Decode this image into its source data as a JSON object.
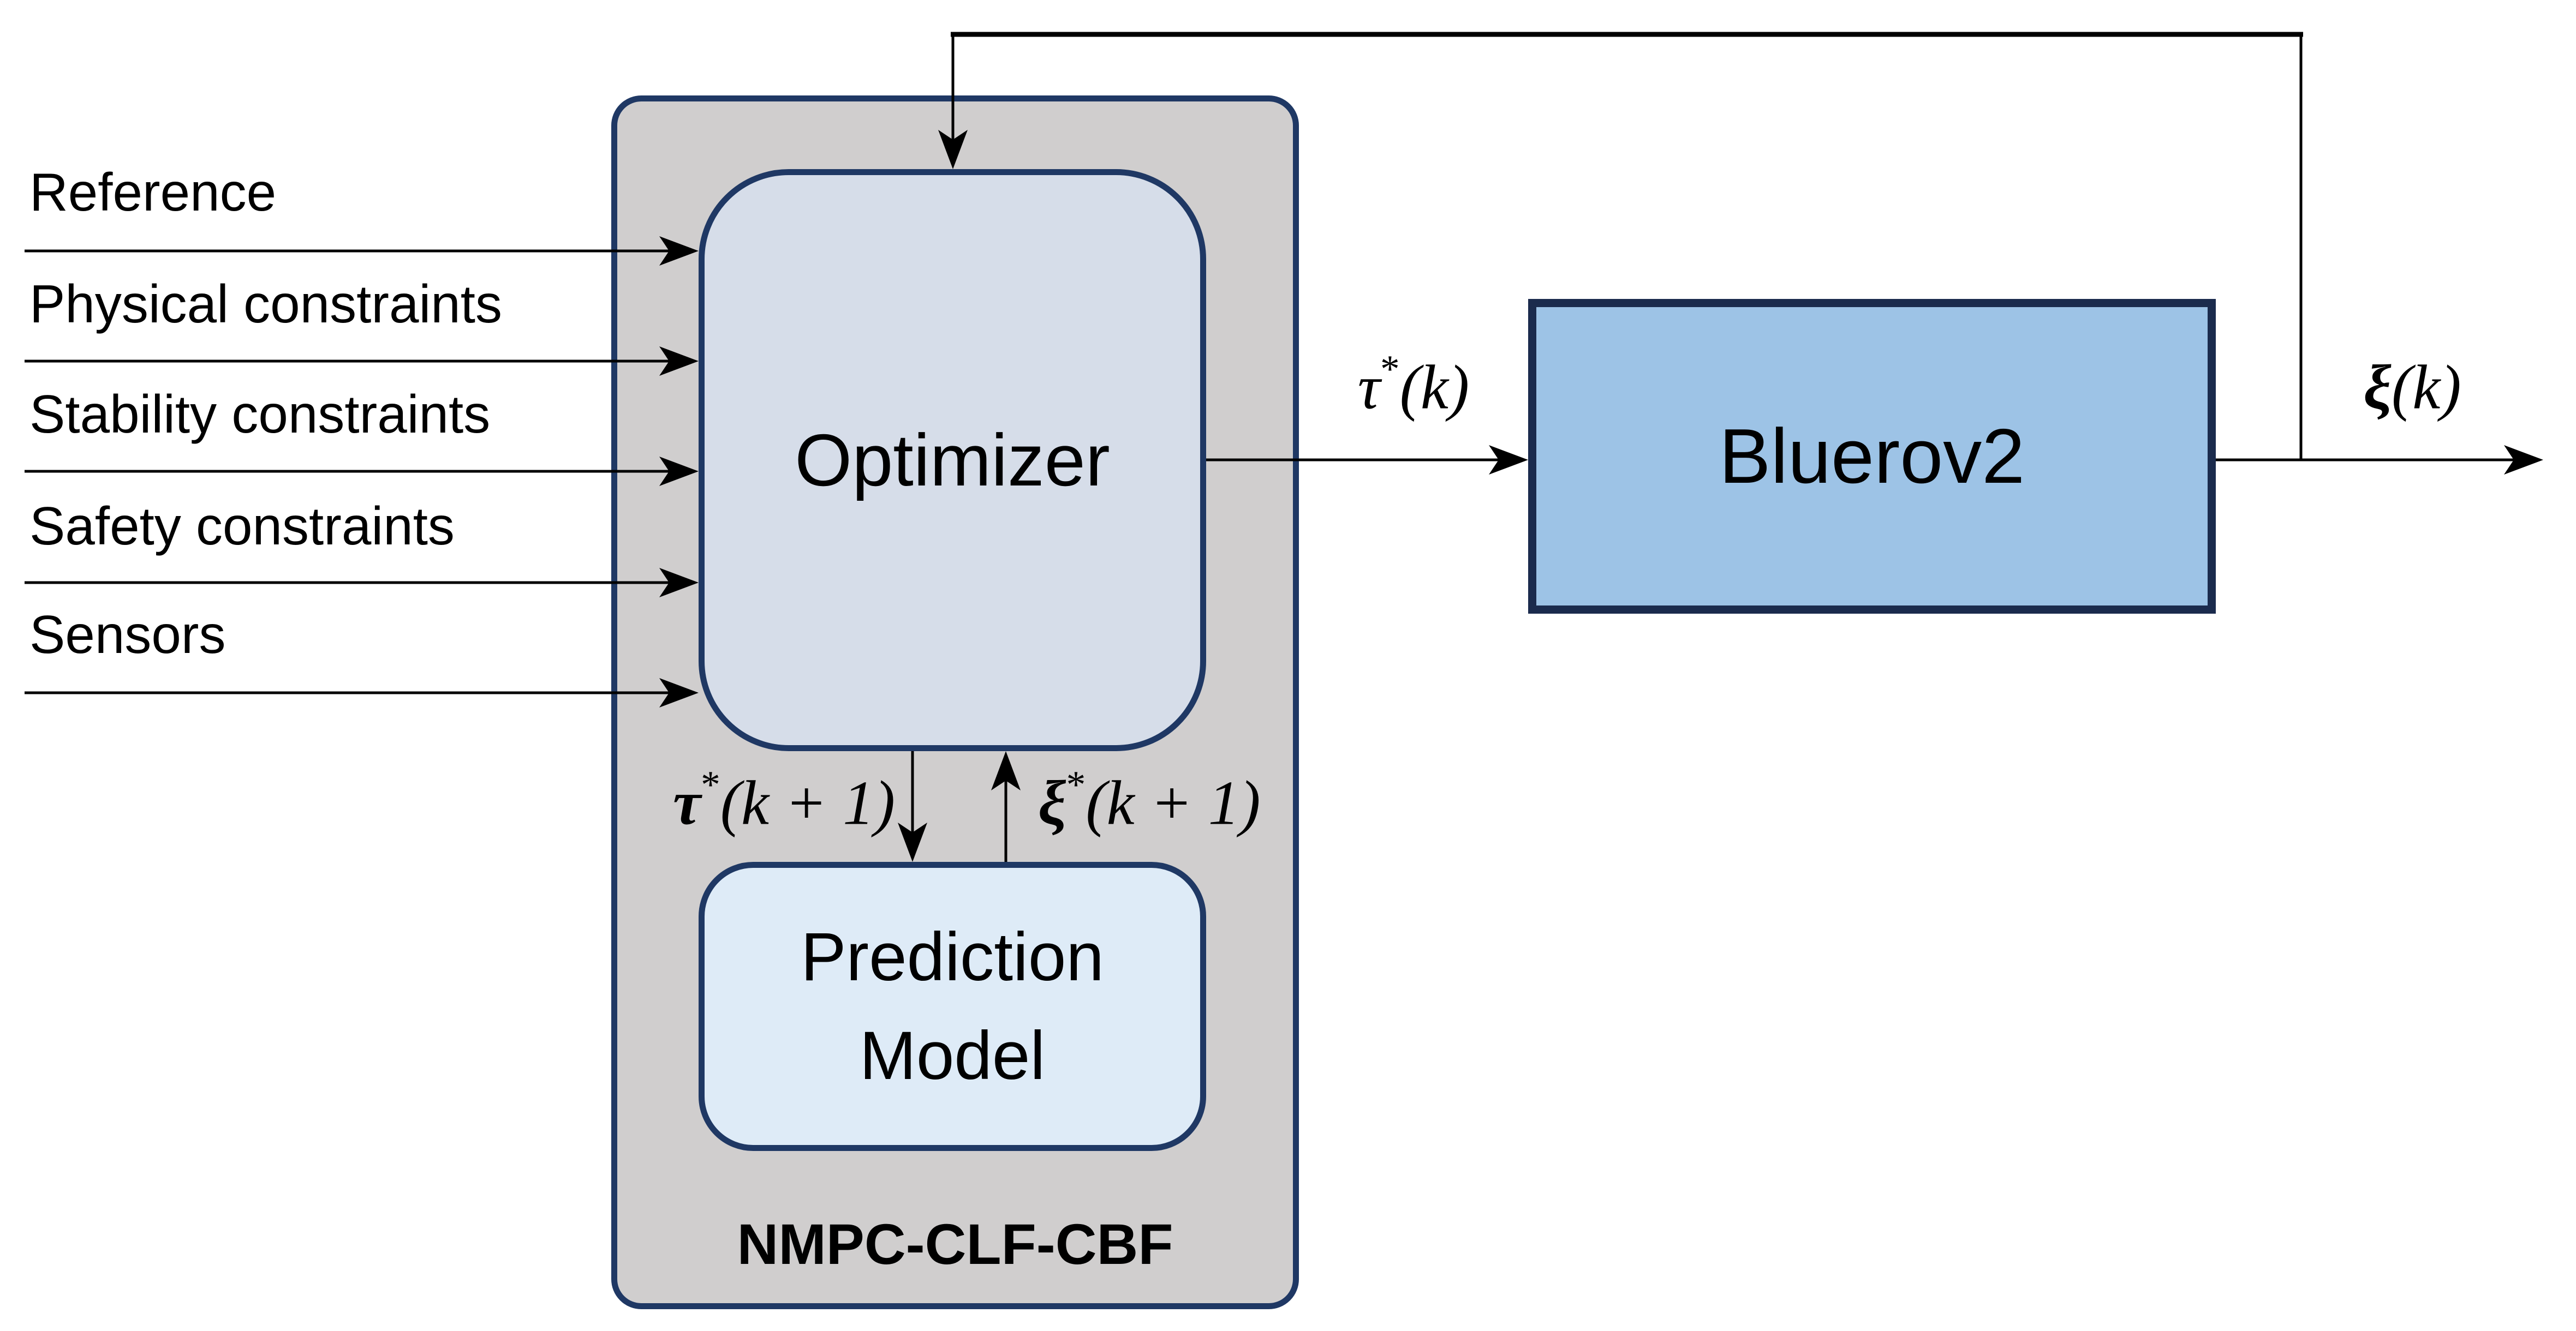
{
  "figure": {
    "inputs": [
      {
        "label": "Reference"
      },
      {
        "label": "Physical constraints"
      },
      {
        "label": "Stability constraints"
      },
      {
        "label": "Safety constraints"
      },
      {
        "label": "Sensors"
      }
    ],
    "controller": {
      "name": "NMPC-CLF-CBF",
      "optimizer": "Optimizer",
      "prediction_line1": "Prediction",
      "prediction_line2": "Model"
    },
    "plant": {
      "name": "Bluerov2"
    },
    "signals": {
      "optimizer_to_plant": {
        "sym": "τ",
        "sup": "*",
        "args": "(k)"
      },
      "plant_output": {
        "sym": "ξ",
        "sup": "",
        "args": "(k)"
      },
      "optimizer_to_prediction": {
        "sym": "τ",
        "sup": "*",
        "args": "(k + 1)"
      },
      "prediction_to_optimizer": {
        "sym": "ξ",
        "sup": "*",
        "args": "(k + 1)"
      }
    },
    "colors": {
      "container_fill": "#d0cece",
      "container_border": "#1f3864",
      "optimizer_fill": "#d6dde9",
      "prediction_fill": "#deebf7",
      "plant_fill": "#9dc3e6",
      "plant_border": "#1b2b4d",
      "wire": "#000000"
    }
  }
}
